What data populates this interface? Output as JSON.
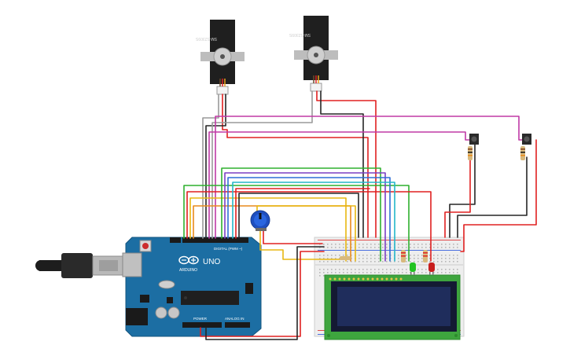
{
  "board": {
    "brand": "UNO",
    "logo_text": "ARDUINO",
    "digital_label": "DIGITAL (PWM ~)",
    "power_label": "POWER",
    "analog_label": "ANALOG IN"
  },
  "servos": [
    {
      "model": "SM-S2309S"
    },
    {
      "model": "SM-S2309S"
    }
  ],
  "colors": {
    "red": "#e02020",
    "black": "#262626",
    "gray": "#9a9a9a",
    "magenta": "#c03aa6",
    "yellow": "#e8b712",
    "green": "#2fb12f",
    "blue": "#2f6fd6",
    "cyan": "#23b7c9",
    "purple": "#7b3fc4",
    "orange": "#e98a1b",
    "board": "#1c6ea3",
    "lcd_pcb": "#3ea53e",
    "lcd_screen": "#1f2d5c",
    "led_green": "#22c322",
    "led_red": "#c81e1e"
  },
  "icons": [
    "usb-cable-icon",
    "servo-icon",
    "potentiometer-icon",
    "pushbutton-icon",
    "resistor-icon",
    "led-icon",
    "lcd-icon"
  ]
}
